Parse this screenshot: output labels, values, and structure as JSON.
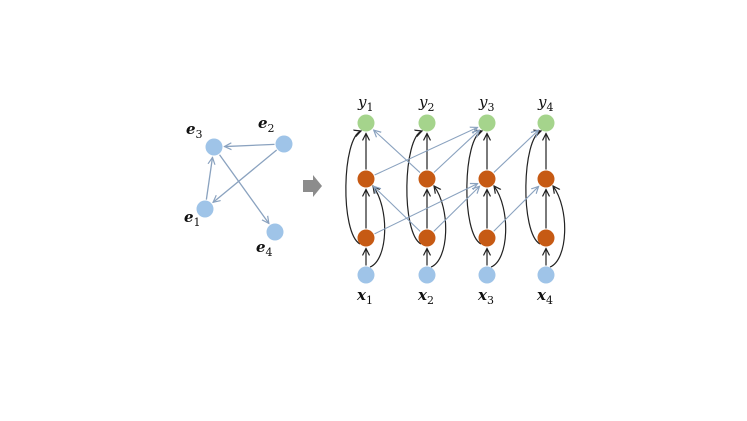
{
  "colors": {
    "blue_node": "#9fc4e8",
    "green_node": "#a5d48c",
    "orange_node": "#c65a14",
    "blue_edge": "#8aa2bf",
    "black_edge": "#222222",
    "arrow_block": "#8c8c8c"
  },
  "left_graph": {
    "nodes": [
      {
        "id": "e3",
        "base": "e",
        "sub": "3"
      },
      {
        "id": "e2",
        "base": "e",
        "sub": "2"
      },
      {
        "id": "e1",
        "base": "e",
        "sub": "1"
      },
      {
        "id": "e4",
        "base": "e",
        "sub": "4"
      }
    ],
    "edges": [
      {
        "from": "e2",
        "to": "e3"
      },
      {
        "from": "e2",
        "to": "e1"
      },
      {
        "from": "e1",
        "to": "e3"
      },
      {
        "from": "e3",
        "to": "e4"
      }
    ]
  },
  "right_graph": {
    "columns": [
      {
        "x_base": "x",
        "x_sub": "1",
        "y_base": "y",
        "y_sub": "1"
      },
      {
        "x_base": "x",
        "x_sub": "2",
        "y_base": "y",
        "y_sub": "2"
      },
      {
        "x_base": "x",
        "x_sub": "3",
        "y_base": "y",
        "y_sub": "3"
      },
      {
        "x_base": "x",
        "x_sub": "4",
        "y_base": "y",
        "y_sub": "4"
      }
    ]
  }
}
